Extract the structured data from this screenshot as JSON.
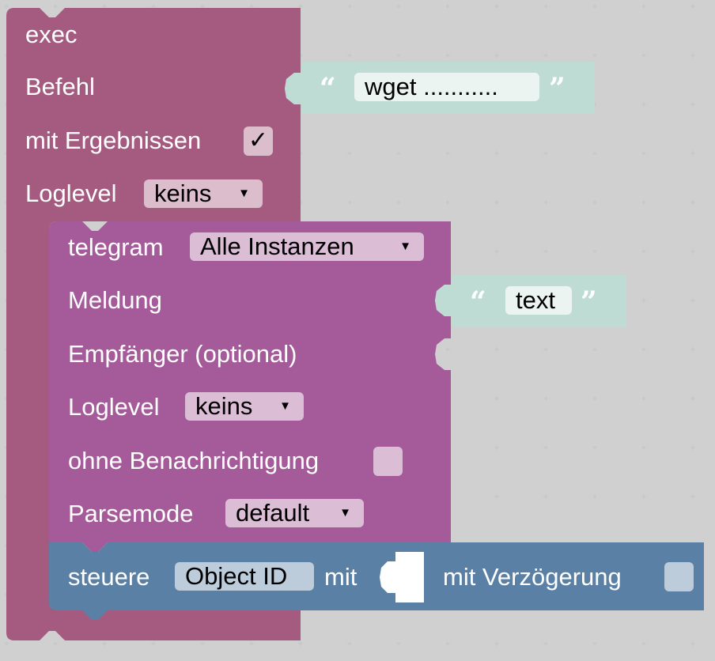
{
  "colors": {
    "exec_block": "#a55b80",
    "exec_field": "#dbbdcc",
    "telegram_block": "#a55b99",
    "telegram_field": "#dbbdd6",
    "text_block": "#bfdcd4",
    "text_field": "#ebf4f1",
    "control_block": "#5b80a5",
    "control_field": "#bdccdb"
  },
  "exec": {
    "title": "exec",
    "command_label": "Befehl",
    "command_value": "wget ...........",
    "with_results_label": "mit Ergebnissen",
    "with_results_check": "✓",
    "loglevel_label": "Loglevel",
    "loglevel_value": "keins",
    "dropdown_arrow": "▼"
  },
  "telegram": {
    "label": "telegram",
    "instance_value": "Alle Instanzen",
    "message_label": "Meldung",
    "message_value": "text",
    "recipient_label": "Empfänger (optional)",
    "loglevel_label": "Loglevel",
    "loglevel_value": "keins",
    "silent_label": "ohne Benachrichtigung",
    "parsemode_label": "Parsemode",
    "parsemode_value": "default",
    "dropdown_arrow": "▼"
  },
  "control": {
    "label": "steuere",
    "object_value": "Object ID",
    "with_label": "mit",
    "delay_label": "mit Verzögerung"
  },
  "quotes": {
    "open": "“",
    "close": "”"
  }
}
